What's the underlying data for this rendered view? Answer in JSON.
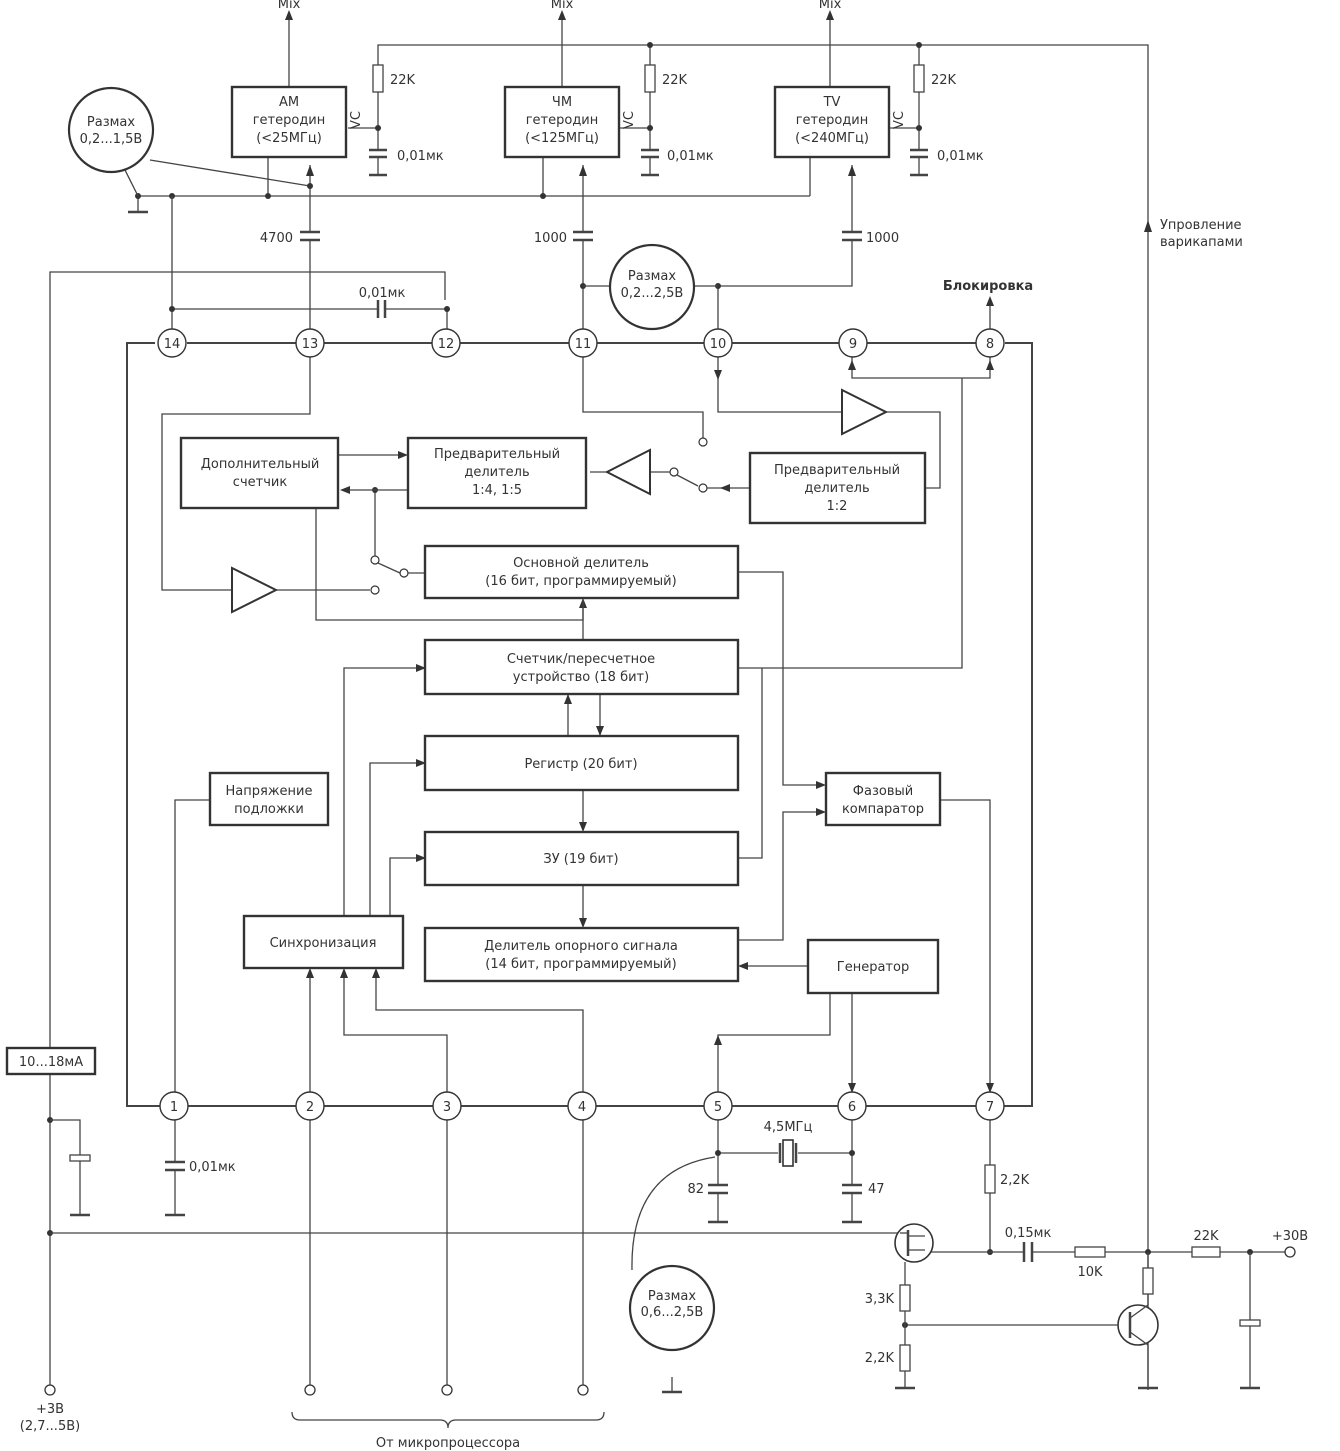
{
  "outputs": {
    "mix1": "Mix",
    "mix2": "Mix",
    "mix3": "Mix"
  },
  "blocks": {
    "am": {
      "line1": "AM",
      "line2": "гетеродин",
      "line3": "(<25МГц)",
      "vc": "VC"
    },
    "fm": {
      "line1": "ЧМ",
      "line2": "гетеродин",
      "line3": "(<125МГц)",
      "vc": "VC"
    },
    "tv": {
      "line1": "TV",
      "line2": "гетеродин",
      "line3": "(<240МГц)",
      "vc": "VC"
    },
    "aux_counter": {
      "line1": "Дополнительный",
      "line2": "счетчик"
    },
    "prescaler_45": {
      "line1": "Предварительный",
      "line2": "делитель",
      "line3": "1:4,  1:5"
    },
    "prescaler_2": {
      "line1": "Предварительный",
      "line2": "делитель",
      "line3": "1:2"
    },
    "main_divider": {
      "line1": "Основной делитель",
      "line2": "(16 бит, программируемый)"
    },
    "counter": {
      "line1": "Счетчик/пересчетное",
      "line2": "устройство  (18  бит)"
    },
    "register": {
      "line1": "Регистр  (20  бит)"
    },
    "memory": {
      "line1": "ЗУ  (19  бит)"
    },
    "ref_divider": {
      "line1": "Делитель  опорного  сигнала",
      "line2": "(14  бит,  программируемый)"
    },
    "substrate": {
      "line1": "Напряжение",
      "line2": "подложки"
    },
    "sync": {
      "line1": "Синхронизация"
    },
    "phase_comp": {
      "line1": "Фазовый",
      "line2": "компаратор"
    },
    "generator": {
      "line1": "Генератор"
    },
    "current": {
      "line1": "10...18мА"
    }
  },
  "pins": {
    "top": [
      "14",
      "13",
      "12",
      "11",
      "10",
      "9",
      "8"
    ],
    "bottom": [
      "1",
      "2",
      "3",
      "4",
      "5",
      "6",
      "7"
    ]
  },
  "components": {
    "r22k_1": "22K",
    "r22k_2": "22K",
    "r22k_3": "22K",
    "c001_1": "0,01мк",
    "c001_2": "0,01мк",
    "c001_3": "0,01мк",
    "c4700": "4700",
    "c1000_1": "1000",
    "c1000_2": "1000",
    "c001_top": "0,01мк",
    "c001_pin1": "0,01мк",
    "xtal": "4,5МГц",
    "c82": "82",
    "c47": "47",
    "r2_2k": "2,2K",
    "c015": "0,15мк",
    "r10k": "10K",
    "r22k_out": "22K",
    "r3_3k": "3,3K",
    "r2_2k_b": "2,2K",
    "plus30": "+30В"
  },
  "bubbles": {
    "b1": {
      "line1": "Размах",
      "line2": "0,2...1,5В"
    },
    "b2": {
      "line1": "Размах",
      "line2": "0,2...2,5В"
    },
    "b3": {
      "line1": "Размах",
      "line2": "0,6...2,5В"
    }
  },
  "labels": {
    "varicap1": "Упровление",
    "varicap2": "варикапами",
    "lock": "Блокировка",
    "supply1": "+3В",
    "supply2": "(2,7...5В)",
    "micro": "От   микропроцессора"
  }
}
